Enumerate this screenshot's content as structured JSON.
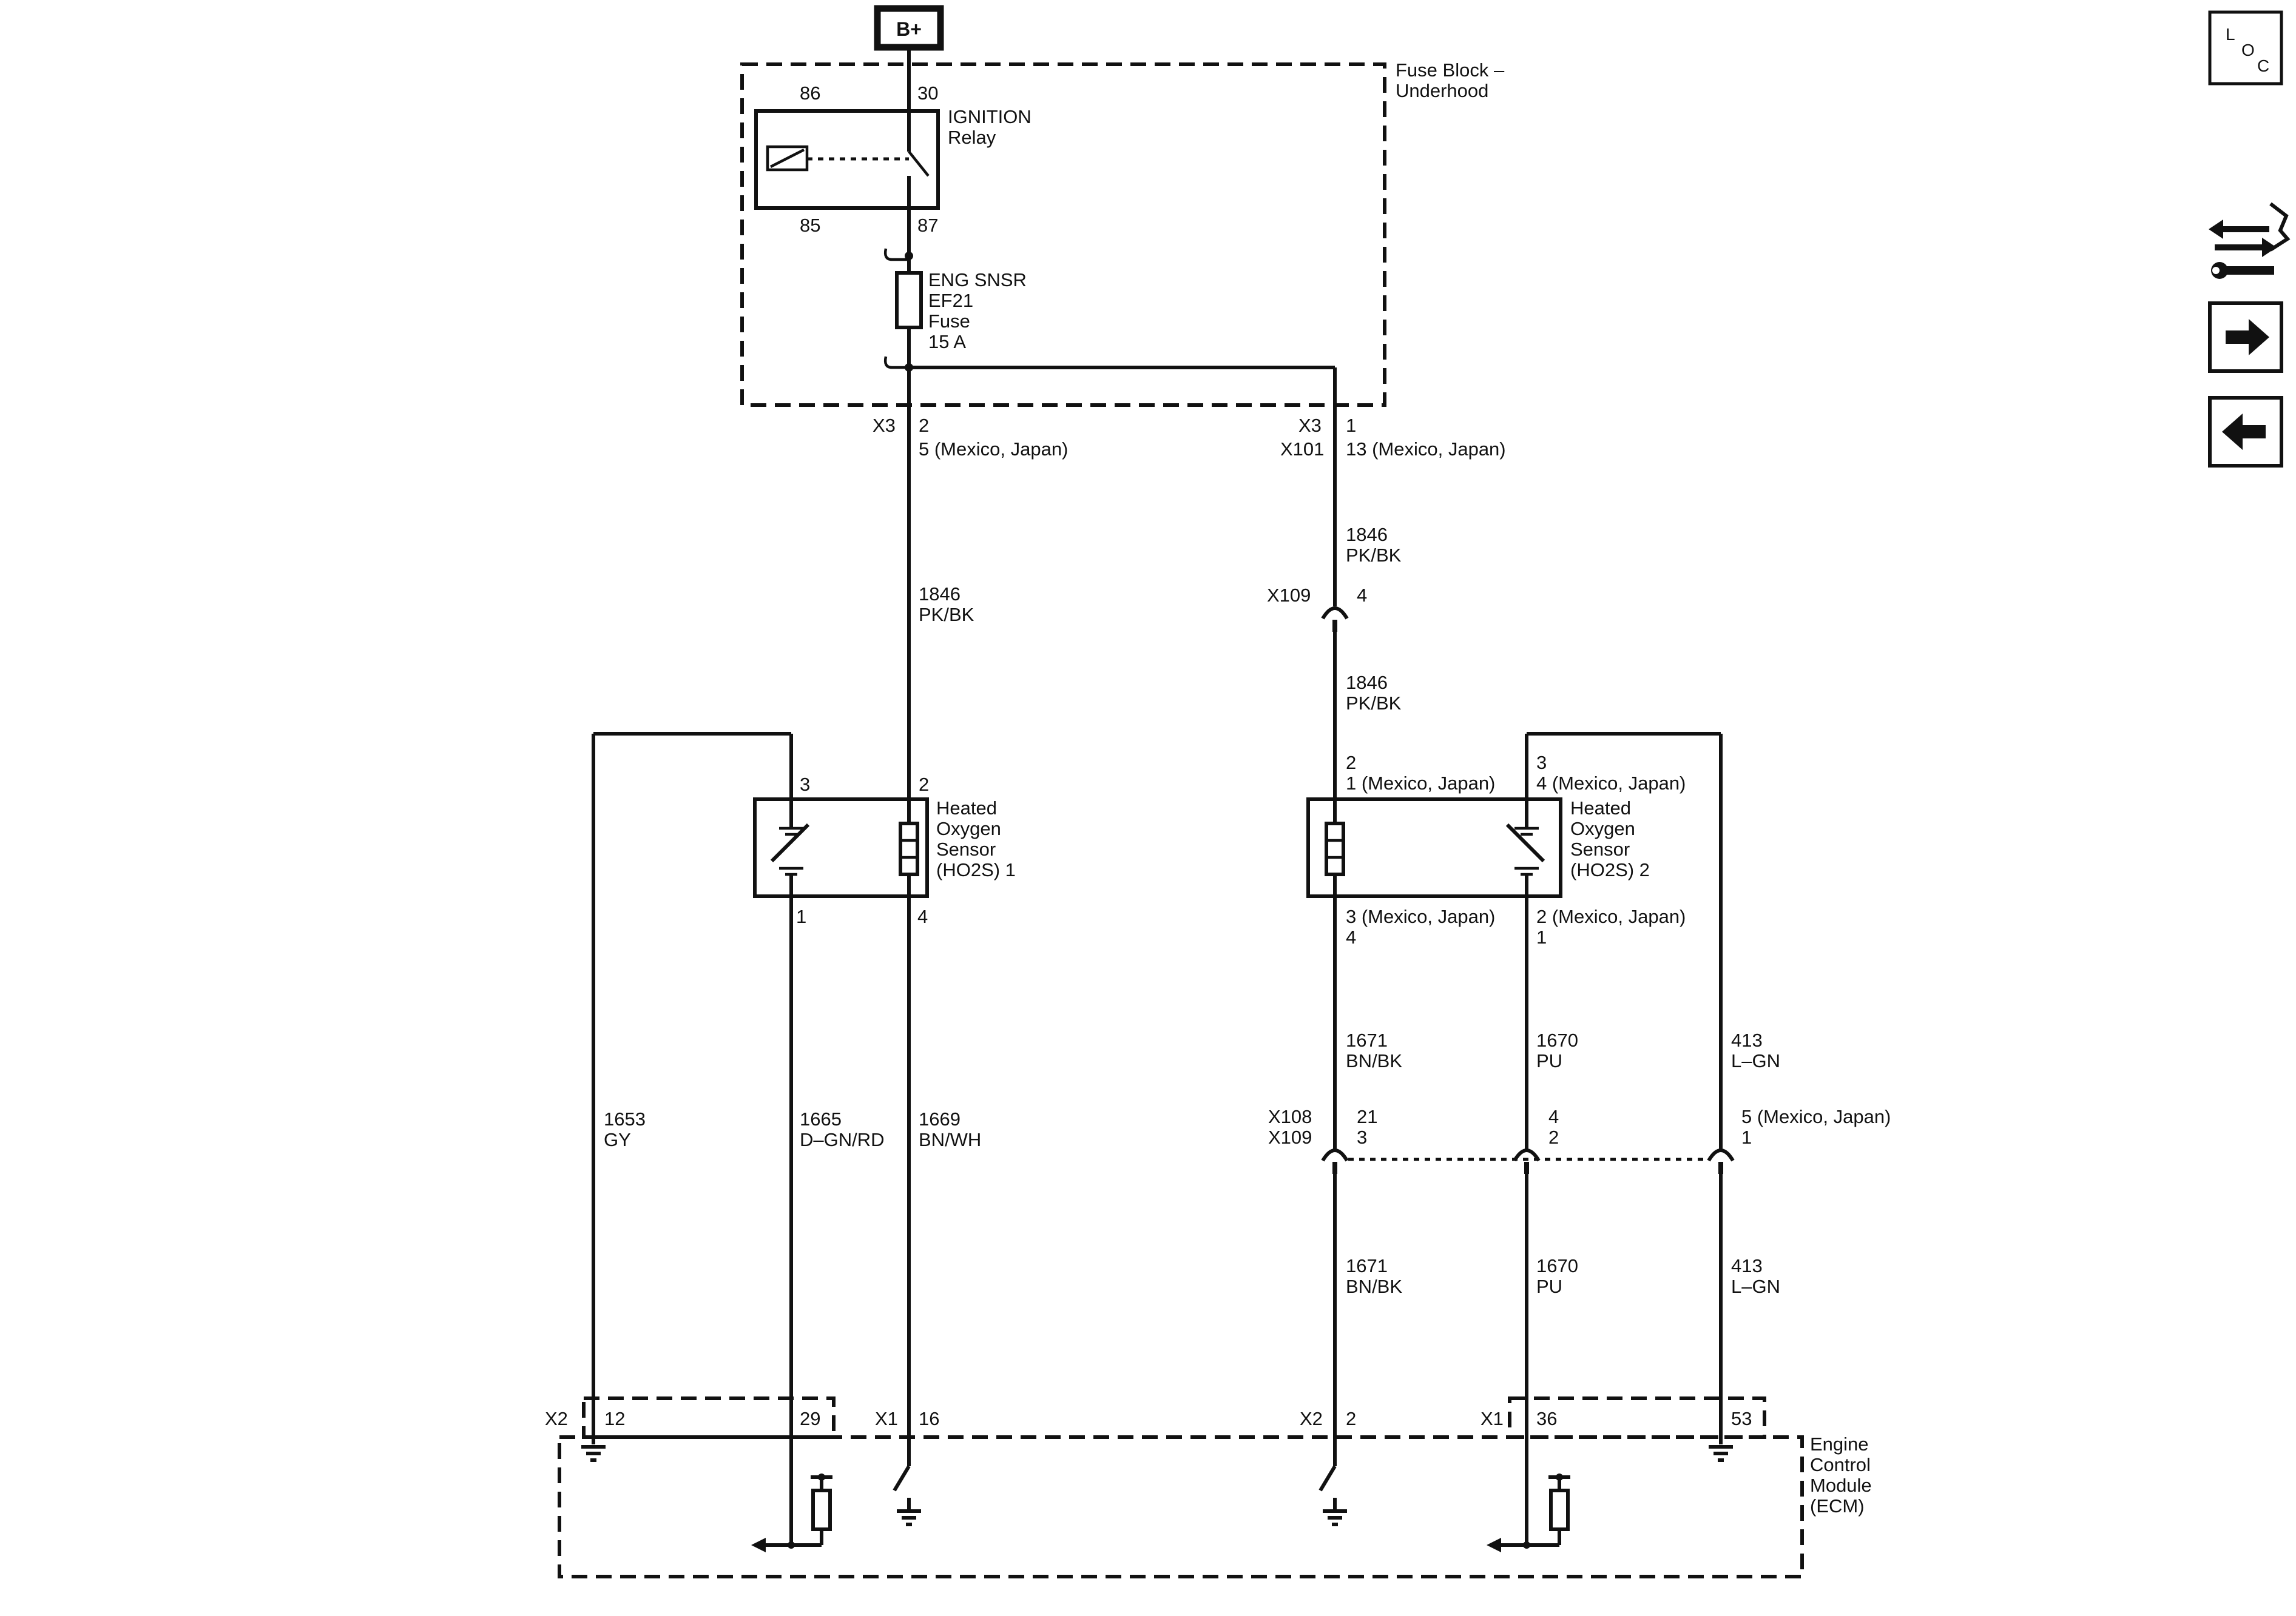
{
  "power": {
    "bplus": "B+"
  },
  "fuse_block": {
    "title_1": "Fuse Block –",
    "title_2": "Underhood",
    "relay": {
      "name_1": "IGNITION",
      "name_2": "Relay",
      "pin_86": "86",
      "pin_30": "30",
      "pin_85": "85",
      "pin_87": "87"
    },
    "fuse": {
      "line_1": "ENG SNSR",
      "line_2": "EF21",
      "line_3": "Fuse",
      "line_4": "15 A"
    }
  },
  "connectors": {
    "left_x3": "X3",
    "left_x3_pin": "2",
    "left_x3_alt": "5 (Mexico, Japan)",
    "right_x3": "X3",
    "right_x3_pin": "1",
    "right_x101": "X101",
    "right_x101_alt": "13 (Mexico, Japan)",
    "x109_top": "X109",
    "x109_top_pin": "4",
    "x108": "X108",
    "x109_low": "X109",
    "x108_pin_a": "21",
    "x109_pin_a": "3",
    "x108_pin_b": "4",
    "x109_pin_b": "2",
    "x108_pin_c": "5 (Mexico, Japan)",
    "x109_pin_c": "1"
  },
  "wires": {
    "w1846_top_right_num": "1846",
    "w1846_top_right_color": "PK/BK",
    "w1846_left_num": "1846",
    "w1846_left_color": "PK/BK",
    "w1846_mid_right_num": "1846",
    "w1846_mid_right_color": "PK/BK",
    "w1653_num": "1653",
    "w1653_color": "GY",
    "w1665_num": "1665",
    "w1665_color": "D–GN/RD",
    "w1669_num": "1669",
    "w1669_color": "BN/WH",
    "w1671_upper_num": "1671",
    "w1671_upper_color": "BN/BK",
    "w1670_upper_num": "1670",
    "w1670_upper_color": "PU",
    "w413_upper_num": "413",
    "w413_upper_color": "L–GN",
    "w1671_lower_num": "1671",
    "w1671_lower_color": "BN/BK",
    "w1670_lower_num": "1670",
    "w1670_lower_color": "PU",
    "w413_lower_num": "413",
    "w413_lower_color": "L–GN"
  },
  "ho2s_1": {
    "name_1": "Heated",
    "name_2": "Oxygen",
    "name_3": "Sensor",
    "name_4": "(HO2S) 1",
    "pin_top_left": "3",
    "pin_top_right": "2",
    "pin_bottom_left": "1",
    "pin_bottom_right": "4"
  },
  "ho2s_2": {
    "name_1": "Heated",
    "name_2": "Oxygen",
    "name_3": "Sensor",
    "name_4": "(HO2S) 2",
    "pin_top_left_a": "2",
    "pin_top_left_b": "1 (Mexico, Japan)",
    "pin_top_right_a": "3",
    "pin_top_right_b": "4 (Mexico, Japan)",
    "pin_bottom_left_a": "3 (Mexico, Japan)",
    "pin_bottom_left_b": "4",
    "pin_bottom_right_a": "2 (Mexico, Japan)",
    "pin_bottom_right_b": "1"
  },
  "ecm": {
    "name_1": "Engine",
    "name_2": "Control",
    "name_3": "Module",
    "name_4": "(ECM)",
    "conn_left_x2": "X2",
    "pin_12": "12",
    "pin_29": "29",
    "conn_x1_a": "X1",
    "pin_16": "16",
    "conn_x2_b": "X2",
    "pin_2": "2",
    "conn_x1_b": "X1",
    "pin_36": "36",
    "pin_53": "53"
  },
  "sidebar": {
    "loc_l": "L",
    "loc_o": "O",
    "loc_c": "C",
    "icons": [
      "component-locator-icon",
      "connector-tools-icon",
      "next-arrow-icon",
      "previous-arrow-icon"
    ]
  },
  "colors": {
    "ink": "#111111",
    "background": "#ffffff"
  }
}
